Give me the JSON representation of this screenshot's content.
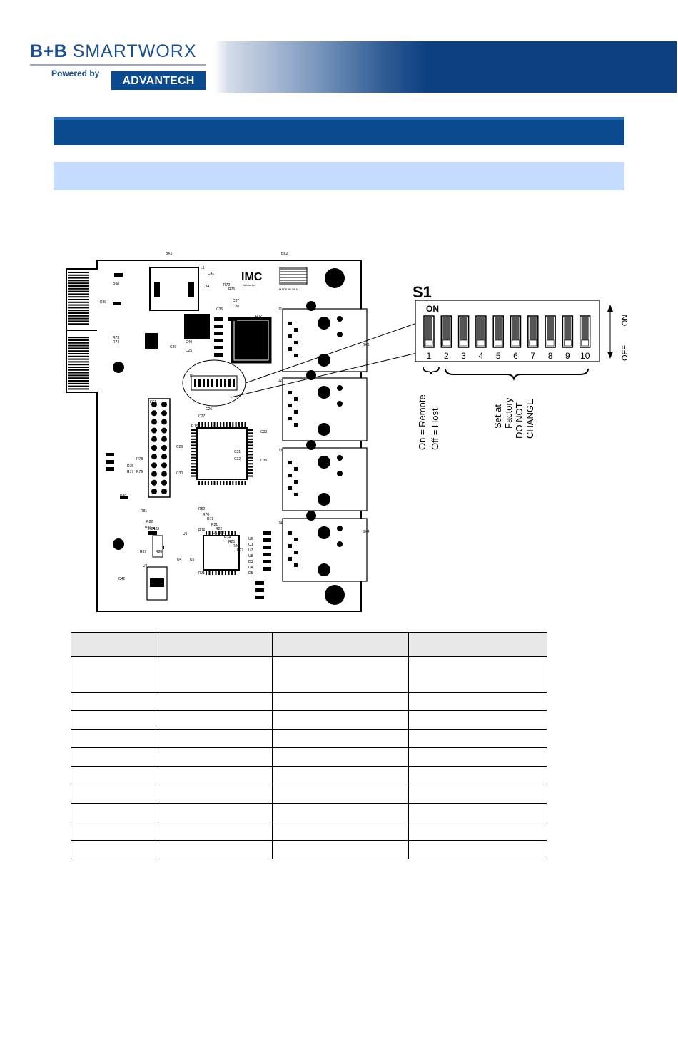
{
  "header": {
    "logo_bb": "B+B",
    "logo_smartworx": "SMARTWORX",
    "powered_by": "Powered by",
    "advantech": "ADVANTECH"
  },
  "board": {
    "labels": [
      "BK1",
      "BK2",
      "BK3",
      "BK4",
      "L1",
      "C41",
      "C34",
      "R72",
      "R76",
      "C36",
      "C37",
      "C38",
      "C39",
      "C40",
      "C25",
      "C26",
      "C27",
      "C28",
      "C30",
      "C31",
      "C32",
      "C33",
      "C35",
      "C42",
      "R73",
      "R74",
      "R75",
      "R77",
      "R78",
      "R79",
      "R80",
      "R81",
      "R82",
      "R83",
      "R84",
      "R85",
      "R87",
      "R88",
      "R89",
      "R90",
      "F1",
      "FS1",
      "S1",
      "J1",
      "J2",
      "J3",
      "J4",
      "RJ1",
      "RJ2",
      "RJ3",
      "RJ4",
      "U1",
      "U2",
      "U3",
      "U4",
      "U5",
      "U6",
      "Q1",
      "U7",
      "U8",
      "D3",
      "D4",
      "D5",
      "R52",
      "R70",
      "R71",
      "R21",
      "R22",
      "R23",
      "R24",
      "R25",
      "R26",
      "R27"
    ],
    "brand": "IMC",
    "brand_sub": "Networks",
    "made_in": "MADE IN USA"
  },
  "switch": {
    "title": "S1",
    "on_label": "ON",
    "numbers": [
      "1",
      "2",
      "3",
      "4",
      "5",
      "6",
      "7",
      "8",
      "9",
      "10"
    ],
    "side_on": "ON",
    "side_off": "OFF",
    "legend_on": "On = Remote",
    "legend_off": "Off = Host",
    "factory": [
      "Set at",
      "Factory",
      "DO NOT",
      "CHANGE"
    ]
  },
  "table": {
    "rows": 9
  }
}
